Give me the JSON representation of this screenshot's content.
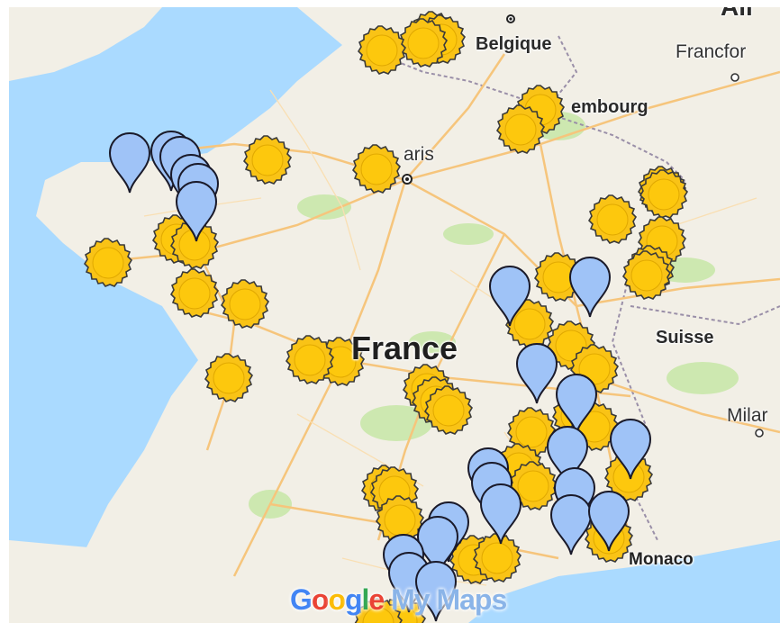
{
  "map": {
    "labels": {
      "belgium": "Belgique",
      "luxembourg": "embourg",
      "frankfurt": "Francfor",
      "paris": "aris",
      "france": "France",
      "switzerland": "Suisse",
      "milan": "Milar",
      "monaco": "Monaco",
      "top_right_partial": "All"
    },
    "colors": {
      "sea": "#aadaff",
      "land": "#f2efe6",
      "sun_marker": "#f9c316",
      "pin_marker": "#9fc3f7",
      "road": "#f6c57c",
      "border": "#9a8fa8"
    },
    "marker_types": [
      "sun-marker",
      "pin-marker"
    ]
  },
  "watermark": {
    "g1": "G",
    "g2": "o",
    "g3": "o",
    "g4": "g",
    "g5": "l",
    "g6": "e",
    "product": " My Maps"
  }
}
